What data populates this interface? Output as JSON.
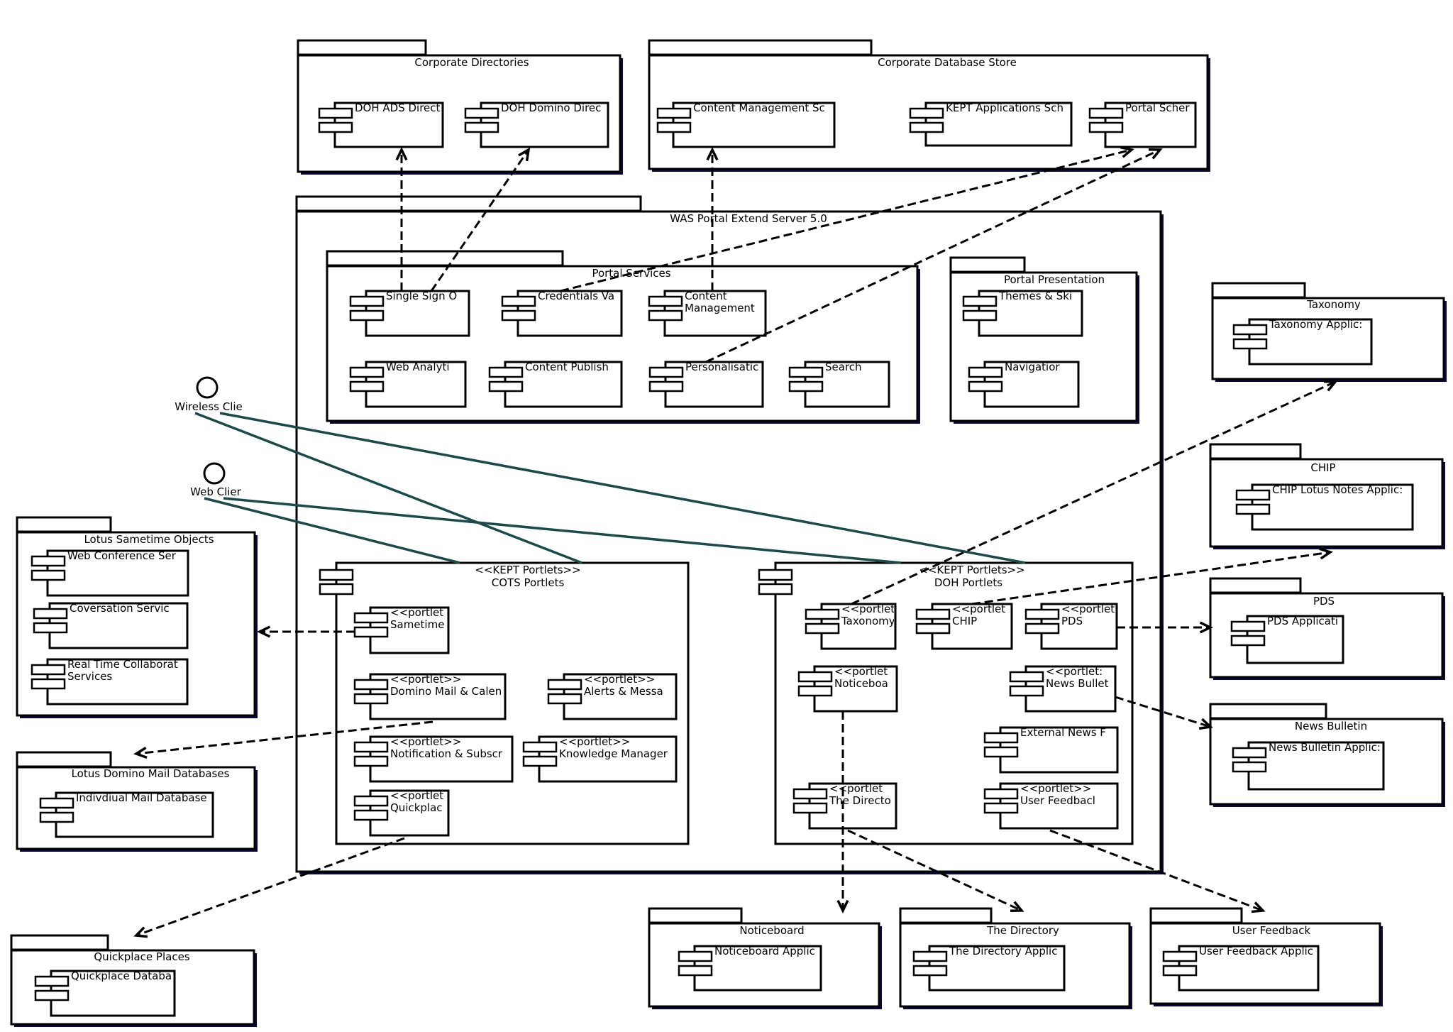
{
  "packages": {
    "corp_dirs": "Corporate Directories",
    "corp_db": "Corporate Database Store",
    "was": "WAS Portal Extend Server 5.0",
    "portal_services": "Portal Services",
    "portal_presentation": "Portal Presentation",
    "taxonomy": "Taxonomy",
    "chip": "CHIP",
    "pds": "PDS",
    "news": "News Bulletin",
    "sametime": "Lotus Sametime Objects",
    "mail_db": "Lotus Domino Mail Databases",
    "quickplace": "Quickplace Places",
    "noticeboard": "Noticeboard",
    "directory": "The Directory",
    "feedback": "User Feedback"
  },
  "components": {
    "doh_ads": "DOH ADS Direct",
    "doh_domino": "DOH Domino Direc",
    "cms_schema": "Content Management Sc",
    "kept_schema": "KEPT Applications Sch",
    "portal_schema": "Portal Scher",
    "sso": "Single Sign O",
    "credentials": "Credentials Va",
    "content_mgmt_1": "Content",
    "content_mgmt_2": "Management",
    "web_analytics": "Web Analyti",
    "content_publish": "Content Publish",
    "personalisation": "Personalisatic",
    "search": "Search",
    "themes": "Themes & Ski",
    "navigation": "Navigatior",
    "taxonomy_app": "Taxonomy Applic:",
    "chip_app": "CHIP Lotus Notes Applic:",
    "pds_app": "PDS Applicati",
    "news_app": "News Bulletin Applic:",
    "web_conf": "Web Conference Ser",
    "conversation": "Coversation Servic",
    "rtc_1": "Real Time Collaborat",
    "rtc_2": "Services",
    "mail_db": "Indivdiual Mail Database",
    "qp_db": "Quickplace Databa",
    "noticeboard_app": "Noticeboard Applic",
    "directory_app": "The Directory Applic",
    "feedback_app": "User Feedback Applic"
  },
  "portlet_groups": {
    "cots_stereo": "<<KEPT Portlets>>",
    "cots_name": "COTS Portlets",
    "doh_stereo": "<<KEPT Portlets>>",
    "doh_name": "DOH Portlets"
  },
  "portlets": {
    "stereo_short": "<<portlet",
    "stereo_full": "<<portlet>>",
    "stereo_colon": "<<portlet:",
    "sametime": "Sametime",
    "domino_mail": "Domino Mail & Calen",
    "alerts": "Alerts & Messa",
    "notification": "Notification & Subscr",
    "knowledge": "Knowledge Manager",
    "quickplace": "Quickplac",
    "taxonomy": "Taxonomy",
    "chip": "CHIP",
    "pds": "PDS",
    "noticeboard": "Noticeboa",
    "news": "News Bullet",
    "external_news": "External News F",
    "directory": "The Directo",
    "feedback": "User Feedbacl"
  },
  "actors": {
    "wireless": "Wireless Clie",
    "web": "Web Clier"
  }
}
